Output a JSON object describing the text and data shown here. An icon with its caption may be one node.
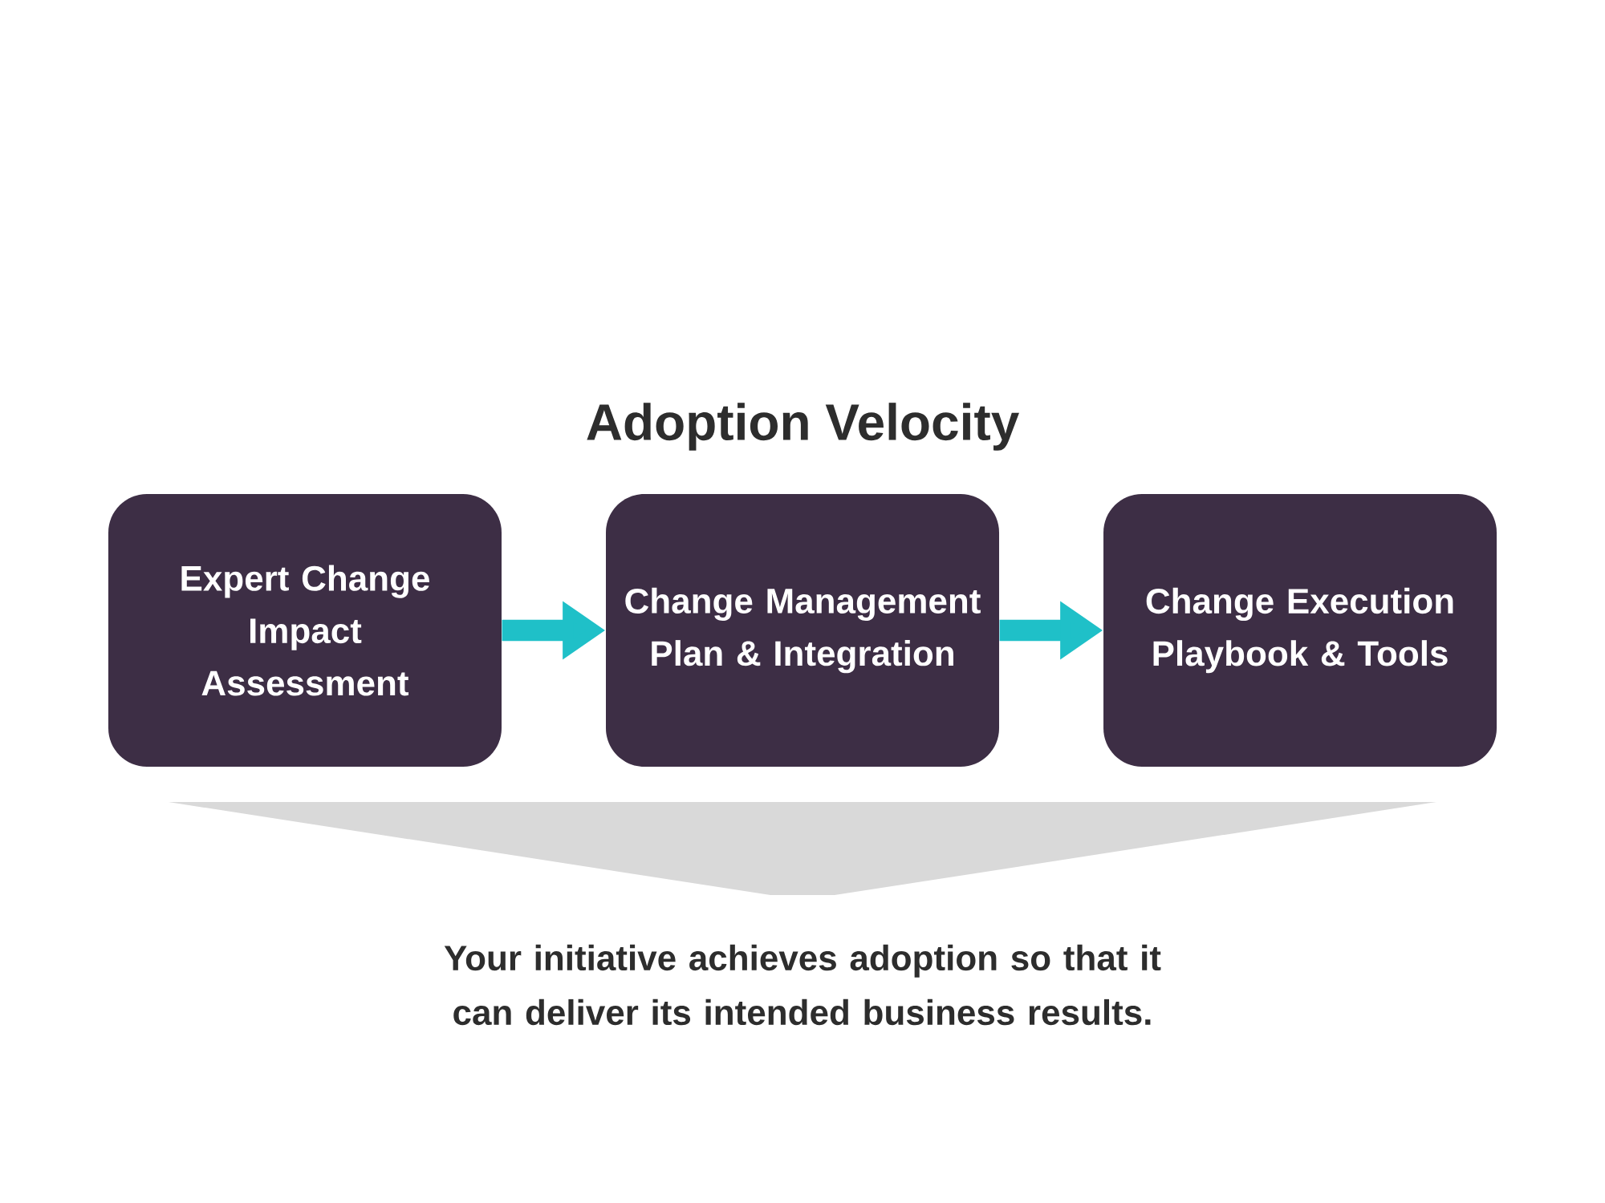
{
  "diagram": {
    "title": "Adoption Velocity",
    "nodes": [
      {
        "text": [
          "Expert Change Impact Assessment"
        ]
      },
      {
        "text": [
          "Change Management Plan & Integration"
        ]
      },
      {
        "text": [
          "Change Execution Playbook & Tools"
        ]
      },
      {
        "text": [],
        "shape": "funnel"
      }
    ],
    "edges": [
      {
        "from": 0,
        "to": 1,
        "arrow": "to"
      },
      {
        "from": 1,
        "to": 2,
        "arrow": "to"
      }
    ],
    "caption": "Your initiative achieves adoption so that it can deliver its intended business results."
  }
}
